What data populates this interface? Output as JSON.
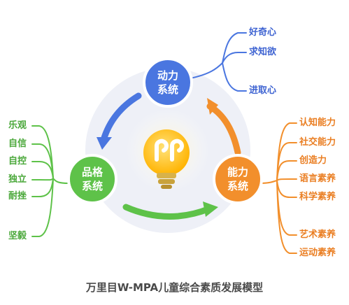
{
  "center_logo": "bulb-logo",
  "nodes": {
    "motivation": {
      "line1": "动力",
      "line2": "系统",
      "color": "#4a76e0"
    },
    "character": {
      "line1": "品格",
      "line2": "系统",
      "color": "#5ec249"
    },
    "ability": {
      "line1": "能力",
      "line2": "系统",
      "color": "#f28f2c"
    }
  },
  "motivation_items": [
    "好奇心",
    "求知欲",
    "进取心"
  ],
  "character_items": [
    "乐观",
    "自信",
    "自控",
    "独立",
    "耐挫",
    "坚毅"
  ],
  "ability_items": [
    "认知能力",
    "社交能力",
    "创造力",
    "语言素养",
    "科学素养",
    "艺术素养",
    "运动素养"
  ],
  "footer": "万里目W-MPA儿童综合素质发展模型",
  "colors": {
    "blue": "#4a76e0",
    "green": "#5ec249",
    "orange": "#f28f2c",
    "bulb": "#ffc21a"
  }
}
